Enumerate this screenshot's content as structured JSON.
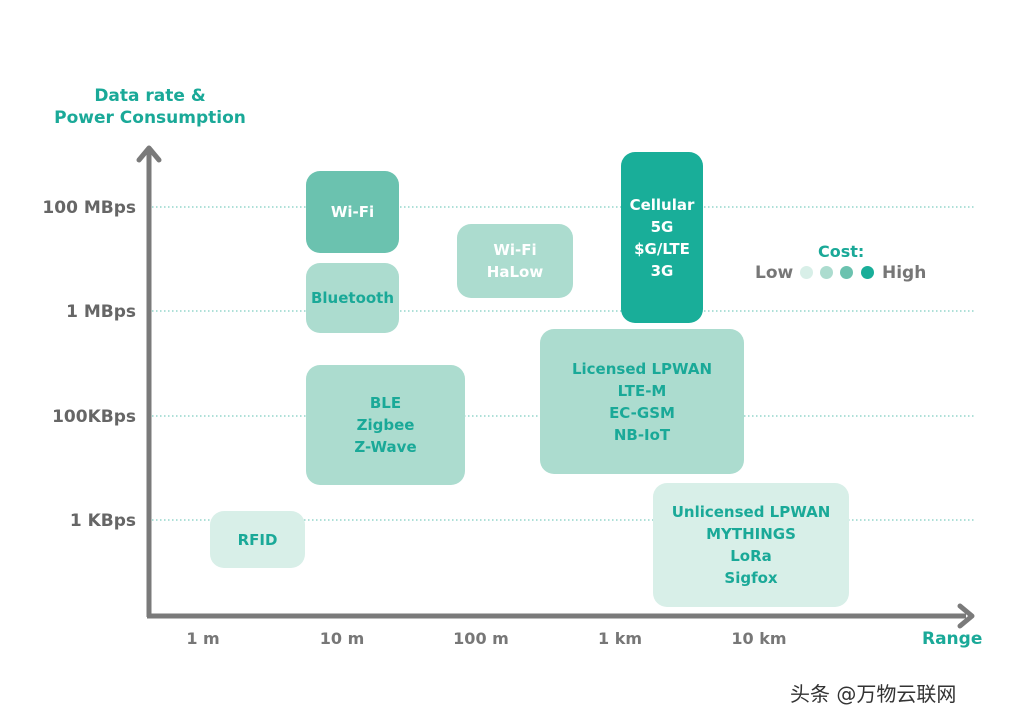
{
  "y_axis": {
    "title_line1": "Data rate &",
    "title_line2": "Power Consumption",
    "ticks": [
      "100 MBps",
      "1 MBps",
      "100KBps",
      "1 KBps"
    ]
  },
  "x_axis": {
    "title": "Range",
    "ticks": [
      "1 m",
      "10 m",
      "100 m",
      "1 km",
      "10 km"
    ]
  },
  "boxes": [
    {
      "lines": [
        "Wi-Fi"
      ]
    },
    {
      "lines": [
        "Bluetooth"
      ]
    },
    {
      "lines": [
        "BLE",
        "Zigbee",
        "Z-Wave"
      ]
    },
    {
      "lines": [
        "RFID"
      ]
    },
    {
      "lines": [
        "Wi-Fi",
        "HaLow"
      ]
    },
    {
      "lines": [
        "Cellular",
        "5G",
        "$G/LTE",
        "3G"
      ]
    },
    {
      "lines": [
        "Licensed LPWAN",
        "LTE-M",
        "EC-GSM",
        "NB-IoT"
      ]
    },
    {
      "lines": [
        "Unlicensed LPWAN",
        "MYTHINGS",
        "LoRa",
        "Sigfox"
      ]
    }
  ],
  "legend": {
    "title": "Cost:",
    "low": "Low",
    "high": "High",
    "colors": [
      "#d8efe8",
      "#acdccf",
      "#6bc2af",
      "#19ae99"
    ]
  },
  "colors": {
    "accent": "#1aa998",
    "axis": "#7a7a7a",
    "grid": "#5cc0b0"
  },
  "watermark": "头条 @万物云联网"
}
